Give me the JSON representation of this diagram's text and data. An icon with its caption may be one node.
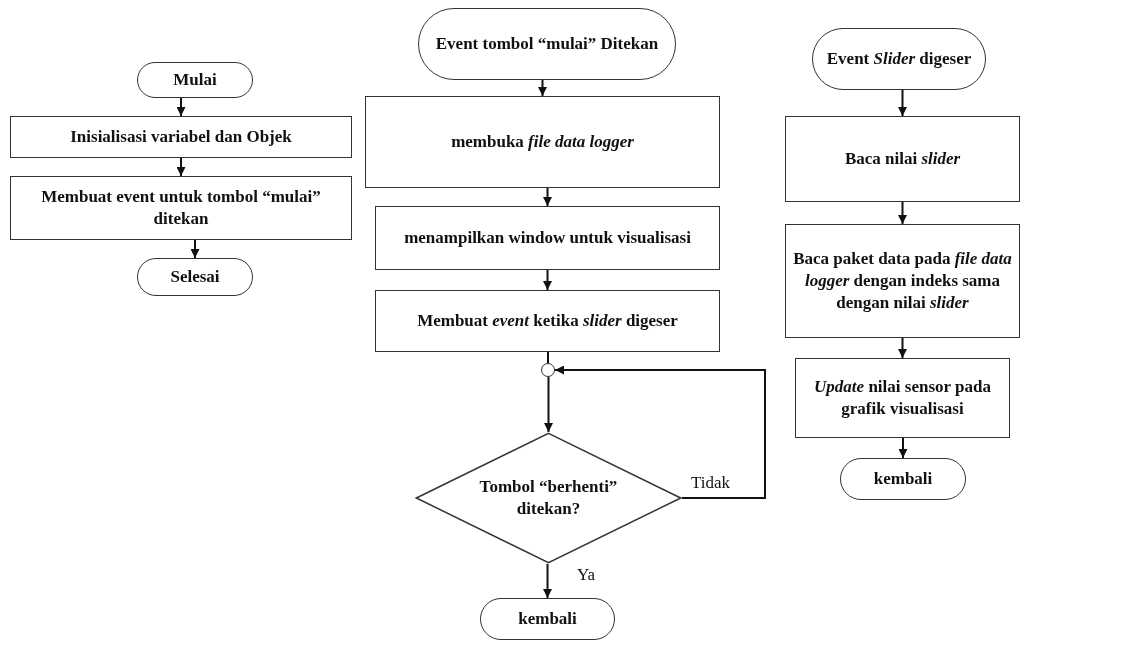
{
  "diagram": {
    "nodes": [
      {
        "text": [
          "Mulai"
        ]
      },
      {
        "text": [
          "Inisialisasi variabel dan Objek"
        ]
      },
      {
        "text": [
          "Membuat event untuk tombol “mulai” ditekan"
        ]
      },
      {
        "text": [
          "Selesai"
        ]
      },
      {
        "text": [
          "Event tombol “mulai” Ditekan"
        ]
      },
      {
        "text": [
          "membuka *file data logger*"
        ]
      },
      {
        "text": [
          "menampilkan window untuk visualisasi"
        ]
      },
      {
        "text": [
          "Membuat *event* ketika *slider* digeser"
        ]
      },
      {
        "text": [],
        "shape": "circle"
      },
      {
        "text": [
          "Tombol “berhenti” ditekan?"
        ]
      },
      {
        "text": [
          "kembali"
        ]
      },
      {
        "text": [
          "Event *Slider* digeser"
        ]
      },
      {
        "text": [
          "Baca nilai *slider*"
        ]
      },
      {
        "text": [
          "Baca paket data pada *file data logger* dengan indeks sama dengan nilai *slider*"
        ]
      },
      {
        "text": [
          "*Update* nilai sensor pada grafik visualisasi"
        ]
      },
      {
        "text": [
          "kembali"
        ]
      }
    ],
    "edges": [
      {
        "from": 0,
        "to": 1,
        "arrow": "to"
      },
      {
        "from": 1,
        "to": 2,
        "arrow": "to"
      },
      {
        "from": 2,
        "to": 3,
        "arrow": "to"
      },
      {
        "from": 4,
        "to": 5,
        "arrow": "to"
      },
      {
        "from": 5,
        "to": 6,
        "arrow": "to"
      },
      {
        "from": 6,
        "to": 7,
        "arrow": "to"
      },
      {
        "from": 7,
        "to": 8,
        "arrow": "none"
      },
      {
        "from": 8,
        "to": 9,
        "arrow": "to"
      },
      {
        "from": 9,
        "to": 8,
        "arrow": "to",
        "label": "Tidak"
      },
      {
        "from": 9,
        "to": 10,
        "arrow": "to",
        "label": "Ya"
      },
      {
        "from": 11,
        "to": 12,
        "arrow": "to"
      },
      {
        "from": 12,
        "to": 13,
        "arrow": "to"
      },
      {
        "from": 13,
        "to": 14,
        "arrow": "to"
      },
      {
        "from": 14,
        "to": 15,
        "arrow": "to"
      }
    ]
  }
}
